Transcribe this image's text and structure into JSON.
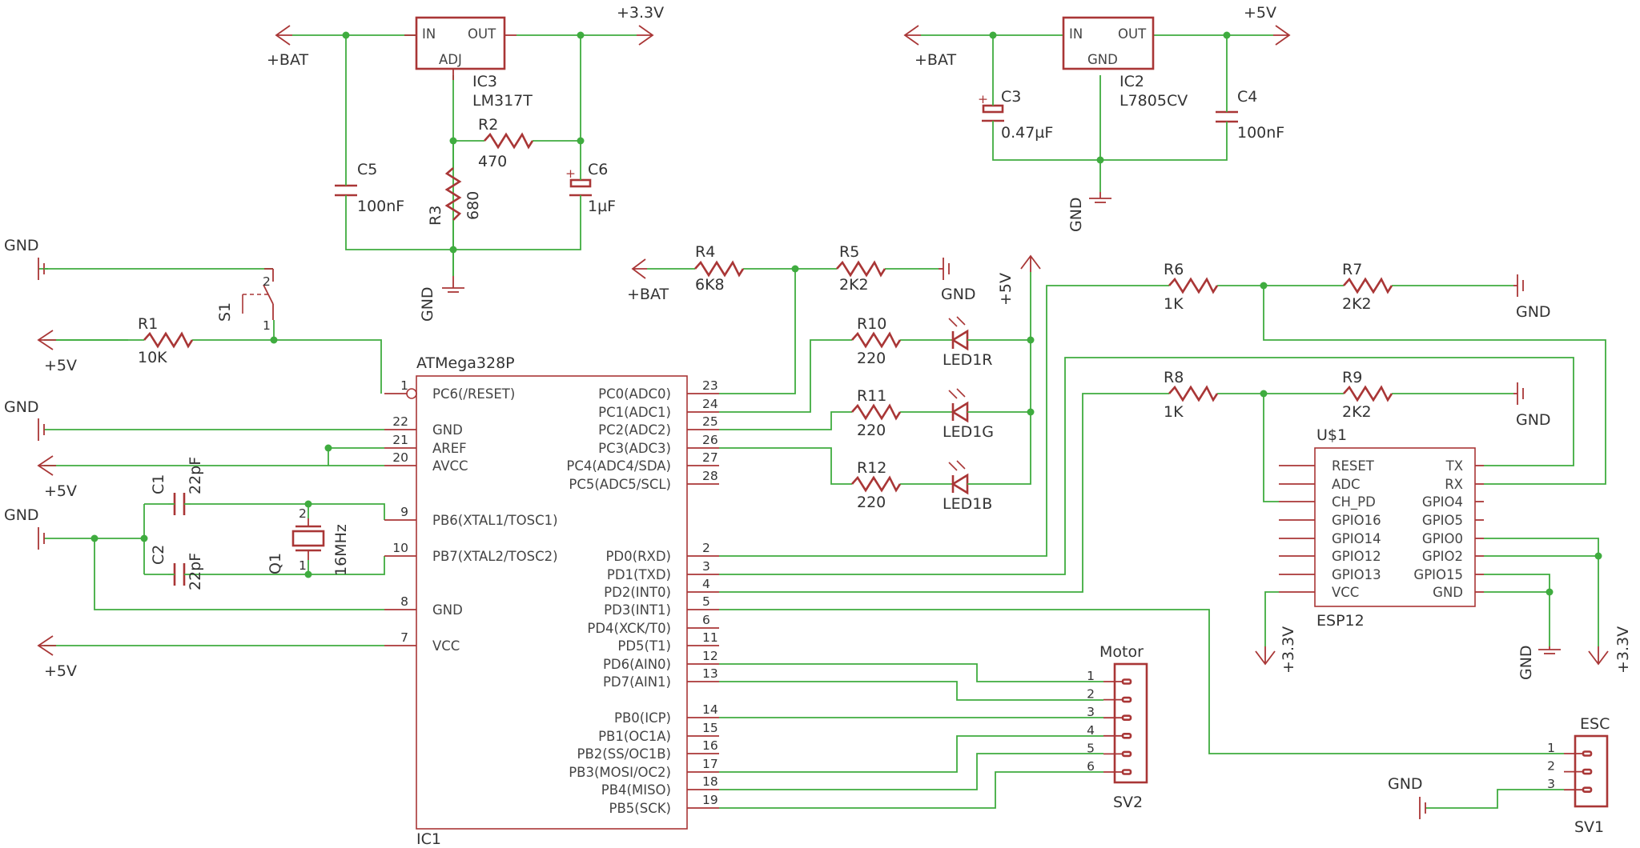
{
  "rails": {
    "bat": "+BAT",
    "v33": "+3.3V",
    "v5": "+5V",
    "gnd": "GND"
  },
  "ic3": {
    "ref": "IC3",
    "value": "LM317T",
    "pin_in": "IN",
    "pin_out": "OUT",
    "pin_adj": "ADJ"
  },
  "ic2": {
    "ref": "IC2",
    "value": "L7805CV",
    "pin_in": "IN",
    "pin_out": "OUT",
    "pin_gnd": "GND"
  },
  "passives": {
    "c5": {
      "ref": "C5",
      "value": "100nF"
    },
    "c6": {
      "ref": "C6",
      "value": "1µF"
    },
    "c3": {
      "ref": "C3",
      "value": "0.47µF"
    },
    "c4": {
      "ref": "C4",
      "value": "100nF"
    },
    "c1": {
      "ref": "C1",
      "value": "22pF"
    },
    "c2": {
      "ref": "C2",
      "value": "22pF"
    },
    "r1": {
      "ref": "R1",
      "value": "10K"
    },
    "r2": {
      "ref": "R2",
      "value": "470"
    },
    "r3": {
      "ref": "R3",
      "value": "680"
    },
    "r4": {
      "ref": "R4",
      "value": "6K8"
    },
    "r5": {
      "ref": "R5",
      "value": "2K2"
    },
    "r6": {
      "ref": "R6",
      "value": "1K"
    },
    "r7": {
      "ref": "R7",
      "value": "2K2"
    },
    "r8": {
      "ref": "R8",
      "value": "1K"
    },
    "r9": {
      "ref": "R9",
      "value": "2K2"
    },
    "r10": {
      "ref": "R10",
      "value": "220"
    },
    "r11": {
      "ref": "R11",
      "value": "220"
    },
    "r12": {
      "ref": "R12",
      "value": "220"
    },
    "led_r": "LED1R",
    "led_g": "LED1G",
    "led_b": "LED1B",
    "s1": "S1",
    "q1": {
      "ref": "Q1",
      "value": "16MHz"
    },
    "sw_pin1": "1",
    "sw_pin2": "2",
    "q_pin1": "1",
    "q_pin2": "2"
  },
  "ic1": {
    "name": "ATMega328P",
    "ref": "IC1",
    "left_pins": [
      {
        "num": "1",
        "name": "PC6(/RESET)"
      },
      {
        "num": "22",
        "name": "GND"
      },
      {
        "num": "21",
        "name": "AREF"
      },
      {
        "num": "20",
        "name": "AVCC"
      },
      {
        "num": "9",
        "name": "PB6(XTAL1/TOSC1)"
      },
      {
        "num": "10",
        "name": "PB7(XTAL2/TOSC2)"
      },
      {
        "num": "8",
        "name": "GND"
      },
      {
        "num": "7",
        "name": "VCC"
      }
    ],
    "right_pins": [
      {
        "num": "23",
        "name": "PC0(ADC0)"
      },
      {
        "num": "24",
        "name": "PC1(ADC1)"
      },
      {
        "num": "25",
        "name": "PC2(ADC2)"
      },
      {
        "num": "26",
        "name": "PC3(ADC3)"
      },
      {
        "num": "27",
        "name": "PC4(ADC4/SDA)"
      },
      {
        "num": "28",
        "name": "PC5(ADC5/SCL)"
      },
      {
        "num": "2",
        "name": "PD0(RXD)"
      },
      {
        "num": "3",
        "name": "PD1(TXD)"
      },
      {
        "num": "4",
        "name": "PD2(INT0)"
      },
      {
        "num": "5",
        "name": "PD3(INT1)"
      },
      {
        "num": "6",
        "name": "PD4(XCK/T0)"
      },
      {
        "num": "11",
        "name": "PD5(T1)"
      },
      {
        "num": "12",
        "name": "PD6(AIN0)"
      },
      {
        "num": "13",
        "name": "PD7(AIN1)"
      },
      {
        "num": "14",
        "name": "PB0(ICP)"
      },
      {
        "num": "15",
        "name": "PB1(OC1A)"
      },
      {
        "num": "16",
        "name": "PB2(SS/OC1B)"
      },
      {
        "num": "17",
        "name": "PB3(MOSI/OC2)"
      },
      {
        "num": "18",
        "name": "PB4(MISO)"
      },
      {
        "num": "19",
        "name": "PB5(SCK)"
      }
    ]
  },
  "esp12": {
    "ref": "U$1",
    "value": "ESP12",
    "left_pins": [
      "RESET",
      "ADC",
      "CH_PD",
      "GPIO16",
      "GPIO14",
      "GPIO12",
      "GPIO13",
      "VCC"
    ],
    "right_pins": [
      "TX",
      "RX",
      "GPIO4",
      "GPIO5",
      "GPIO0",
      "GPIO2",
      "GPIO15",
      "GND"
    ]
  },
  "sv2": {
    "title": "Motor",
    "ref": "SV2",
    "pins": [
      "1",
      "2",
      "3",
      "4",
      "5",
      "6"
    ]
  },
  "sv1": {
    "title": "ESC",
    "ref": "SV1",
    "pins": [
      "1",
      "2",
      "3"
    ]
  },
  "colors": {
    "wire": "#3fac3f",
    "part": "#a93636",
    "text": "#333333"
  }
}
